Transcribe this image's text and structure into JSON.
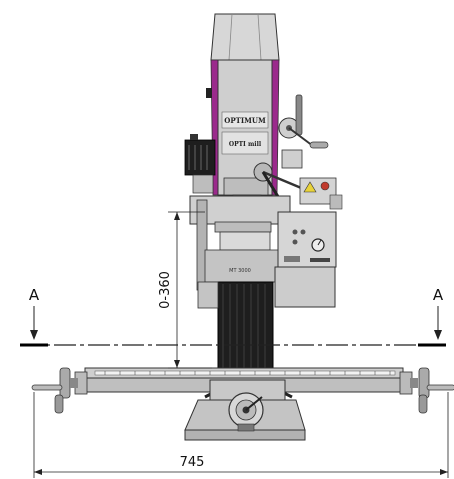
{
  "diagram": {
    "labels": {
      "section_left": "A",
      "section_right": "A",
      "height_range": "0-360",
      "width_overall": "745",
      "brand_top": "OPTIMUM",
      "brand_logo": "OPTI mill",
      "nameplate": "MT 3000"
    },
    "colors": {
      "accent_magenta": "#9b2a8c",
      "machine_gray": "#c9c9c9",
      "dark_gray": "#3a3a3a",
      "column_black": "#1e1e1e",
      "warning_yellow": "#e8d23a",
      "switch_red": "#c0392b"
    }
  }
}
